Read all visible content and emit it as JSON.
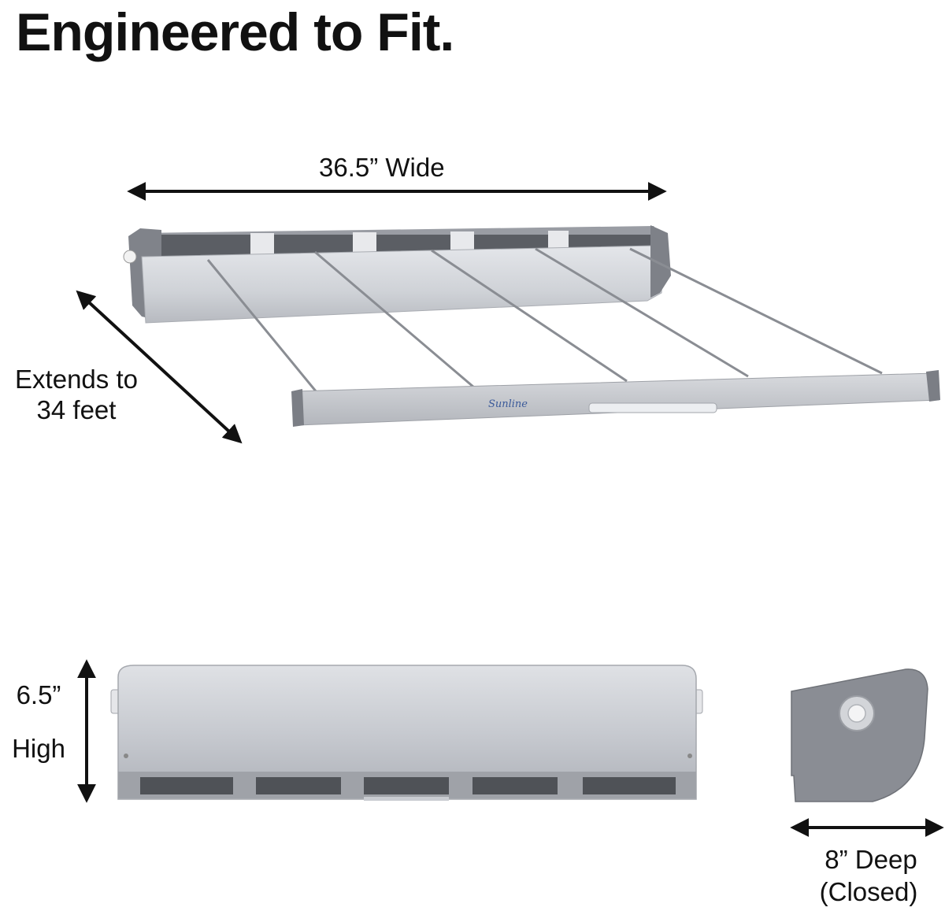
{
  "headline": "Engineered to Fit.",
  "labels": {
    "wide": "36.5” Wide",
    "extends_line1": "Extends to",
    "extends_line2": "34 feet",
    "high_line1": "6.5”",
    "high_line2": "High",
    "deep_line1": "8” Deep",
    "deep_line2": "(Closed)"
  },
  "brand_mark": "Sunline",
  "colors": {
    "background": "#ffffff",
    "text": "#111111",
    "housing": "#c9ccd2",
    "housing_dark": "#8d9097",
    "end_cap": "#7e8188"
  }
}
